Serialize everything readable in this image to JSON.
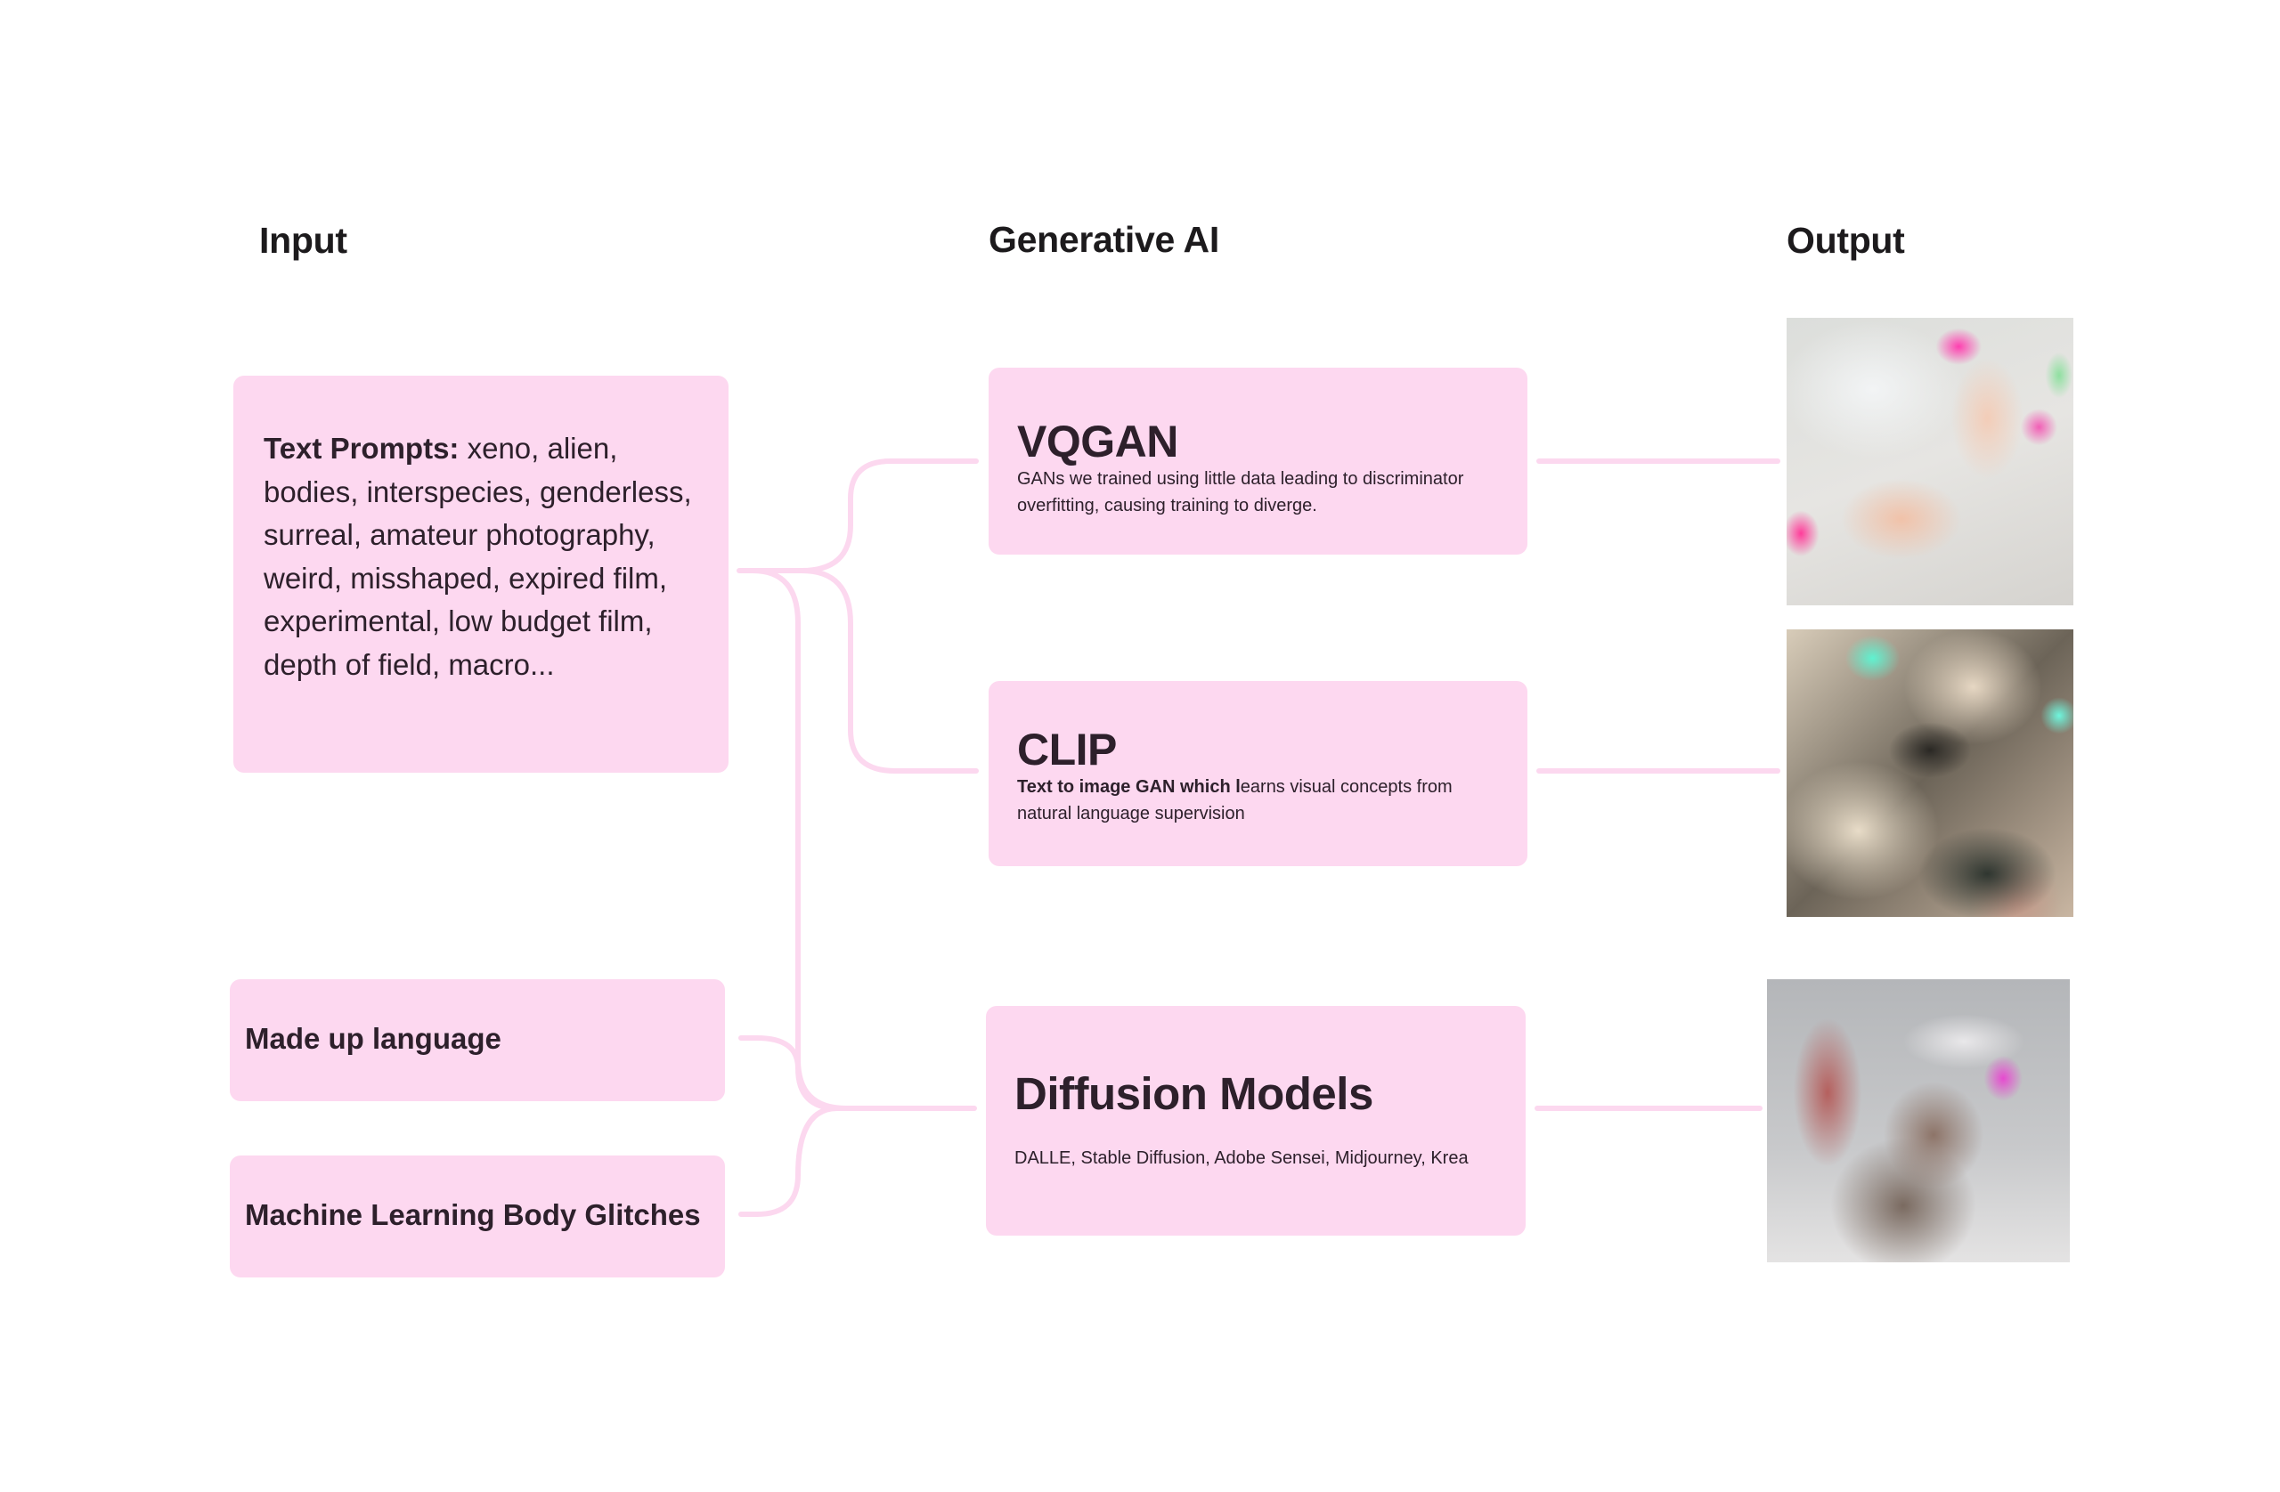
{
  "columns": {
    "input": "Input",
    "generative": "Generative AI",
    "output": "Output"
  },
  "inputs": {
    "text_prompts": {
      "label": "Text Prompts:",
      "text": " xeno, alien, bodies, interspecies, genderless, surreal, amateur photography, weird, misshaped, expired film, experimental, low budget film, depth of field, macro..."
    },
    "made_up_language": "Made up language",
    "body_glitches": "Machine Learning Body Glitches"
  },
  "models": {
    "vqgan": {
      "title": "VQGAN",
      "desc": "GANs we trained using  little data leading to discriminator overfitting, causing training to diverge."
    },
    "clip": {
      "title": "CLIP",
      "desc_bold": "Text to image GAN which l",
      "desc_rest": "earns visual concepts from natural language supervision"
    },
    "diffusion": {
      "title": "Diffusion Models",
      "desc": "DALLE, Stable Diffusion, Adobe Sensei, Midjourney, Krea"
    }
  },
  "outputs": [
    {
      "name": "vqgan-output",
      "depicts": "distorted feet with pink glitches"
    },
    {
      "name": "clip-output",
      "depicts": "warped overlapping faces"
    },
    {
      "name": "diffusion-output",
      "depicts": "blurred contorted body"
    }
  ],
  "colors": {
    "node_fill": "#fdd8f0",
    "connector": "#fcd8ef",
    "text": "#2d202b",
    "heading": "#1c1a1c"
  }
}
